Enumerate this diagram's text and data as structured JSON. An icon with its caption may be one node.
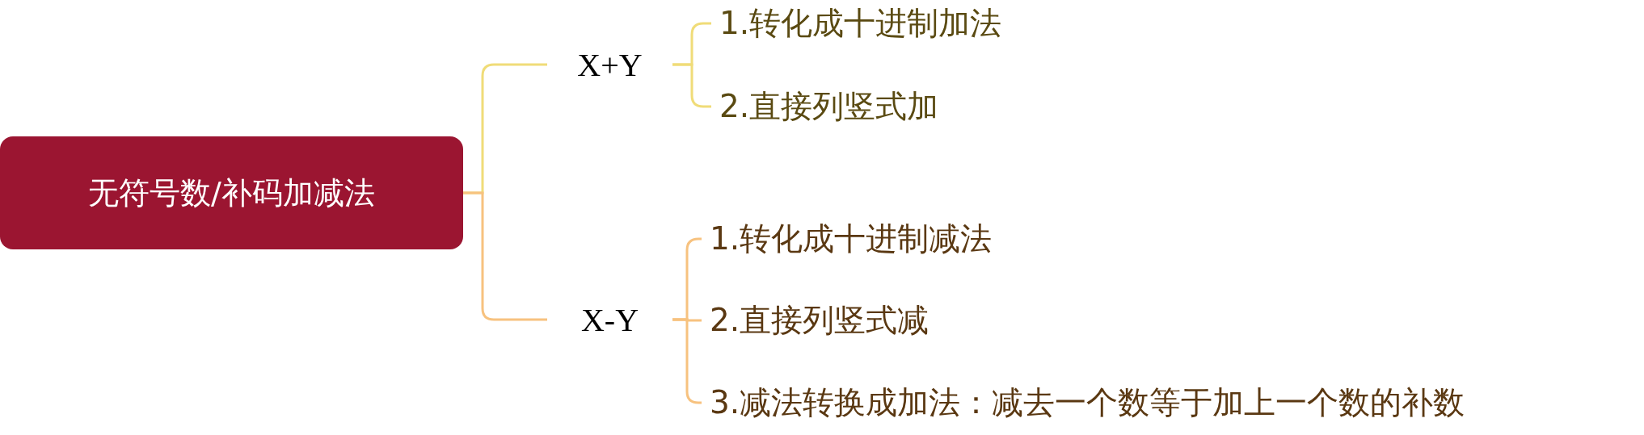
{
  "diagram": {
    "nodes": [
      {
        "text": [
          "无符号数/补码加减法"
        ]
      },
      {
        "text": [
          "X+Y"
        ]
      },
      {
        "text": [
          "1.转化成十进制加法"
        ]
      },
      {
        "text": [
          "2.直接列竖式加"
        ]
      },
      {
        "text": [
          "X-Y"
        ]
      },
      {
        "text": [
          "1.转化成十进制减法"
        ]
      },
      {
        "text": [
          "2.直接列竖式减"
        ]
      },
      {
        "text": [
          "3.减法转换成加法：减去一个数等于加上一个数的补数"
        ]
      }
    ],
    "edges": [
      {
        "from": 0,
        "to": 1,
        "arrow": "none",
        "color": "#f0dc78"
      },
      {
        "from": 1,
        "to": 2,
        "arrow": "none",
        "color": "#f0dc78"
      },
      {
        "from": 1,
        "to": 3,
        "arrow": "none",
        "color": "#f0dc78"
      },
      {
        "from": 0,
        "to": 4,
        "arrow": "none"
      },
      {
        "from": 4,
        "to": 5,
        "arrow": "none"
      },
      {
        "from": 4,
        "to": 6,
        "arrow": "none"
      },
      {
        "from": 4,
        "to": 7,
        "arrow": "none"
      }
    ]
  }
}
